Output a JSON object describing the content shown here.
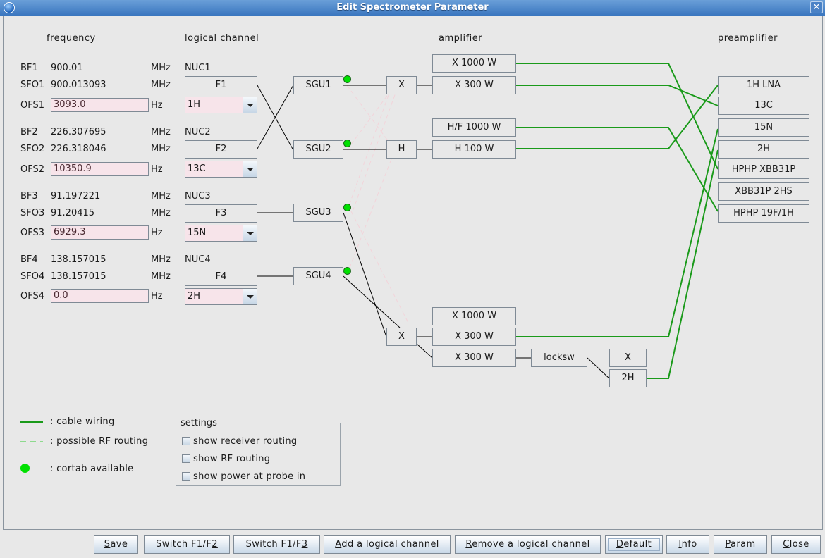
{
  "window": {
    "title": "Edit Spectrometer Parameter"
  },
  "headers": {
    "frequency": "frequency",
    "logical_channel": "logical channel",
    "amplifier": "amplifier",
    "preamplifier": "preamplifier"
  },
  "channels": [
    {
      "bf_label": "BF1",
      "bf_value": "900.01",
      "sfo_label": "SFO1",
      "sfo_value": "900.013093",
      "ofs_label": "OFS1",
      "ofs_value": "3093.0",
      "unit_mhz": "MHz",
      "unit_hz": "Hz",
      "nuc": "NUC1",
      "f": "F1",
      "nucleus": "1H",
      "sgu": "SGU1"
    },
    {
      "bf_label": "BF2",
      "bf_value": "226.307695",
      "sfo_label": "SFO2",
      "sfo_value": "226.318046",
      "ofs_label": "OFS2",
      "ofs_value": "10350.9",
      "unit_mhz": "MHz",
      "unit_hz": "Hz",
      "nuc": "NUC2",
      "f": "F2",
      "nucleus": "13C",
      "sgu": "SGU2"
    },
    {
      "bf_label": "BF3",
      "bf_value": "91.197221",
      "sfo_label": "SFO3",
      "sfo_value": "91.20415",
      "ofs_label": "OFS3",
      "ofs_value": "6929.3",
      "unit_mhz": "MHz",
      "unit_hz": "Hz",
      "nuc": "NUC3",
      "f": "F3",
      "nucleus": "15N",
      "sgu": "SGU3"
    },
    {
      "bf_label": "BF4",
      "bf_value": "138.157015",
      "sfo_label": "SFO4",
      "sfo_value": "138.157015",
      "ofs_label": "OFS4",
      "ofs_value": "0.0",
      "unit_mhz": "MHz",
      "unit_hz": "Hz",
      "nuc": "NUC4",
      "f": "F4",
      "nucleus": "2H",
      "sgu": "SGU4"
    }
  ],
  "routers": {
    "x_top": "X",
    "h": "H",
    "x_bottom": "X",
    "locksw": "locksw",
    "lock_x": "X",
    "lock_2h": "2H"
  },
  "amplifiers": [
    "X 1000 W",
    "X 300 W",
    "H/F 1000 W",
    "H 100 W",
    "X 1000 W",
    "X 300 W",
    "X 300 W"
  ],
  "preamplifiers": [
    "1H LNA",
    "13C",
    "15N",
    "2H",
    "HPHP XBB31P",
    "XBB31P 2HS",
    "HPHP 19F/1H"
  ],
  "legend": {
    "cable": ": cable wiring",
    "rf": ": possible RF routing",
    "cortab": ": cortab available"
  },
  "settings": {
    "title": "settings",
    "options": [
      {
        "label": "show receiver routing",
        "checked": false
      },
      {
        "label": "show RF routing",
        "checked": false
      },
      {
        "label": "show power at probe in",
        "checked": false
      }
    ]
  },
  "buttons": [
    {
      "pre": "",
      "key": "S",
      "post": "ave"
    },
    {
      "pre": "Switch F1/F",
      "key": "2",
      "post": ""
    },
    {
      "pre": "Switch F1/F",
      "key": "3",
      "post": ""
    },
    {
      "pre": "",
      "key": "A",
      "post": "dd a logical channel"
    },
    {
      "pre": "",
      "key": "R",
      "post": "emove a logical channel"
    },
    {
      "pre": "",
      "key": "D",
      "post": "efault"
    },
    {
      "pre": "",
      "key": "I",
      "post": "nfo"
    },
    {
      "pre": "",
      "key": "P",
      "post": "aram"
    },
    {
      "pre": "",
      "key": "C",
      "post": "lose"
    }
  ],
  "colors": {
    "cable": "#1a9a1a",
    "cortab": "#00e000",
    "field_bg": "#f7e4ea",
    "titlebar": "#3a76bf"
  }
}
